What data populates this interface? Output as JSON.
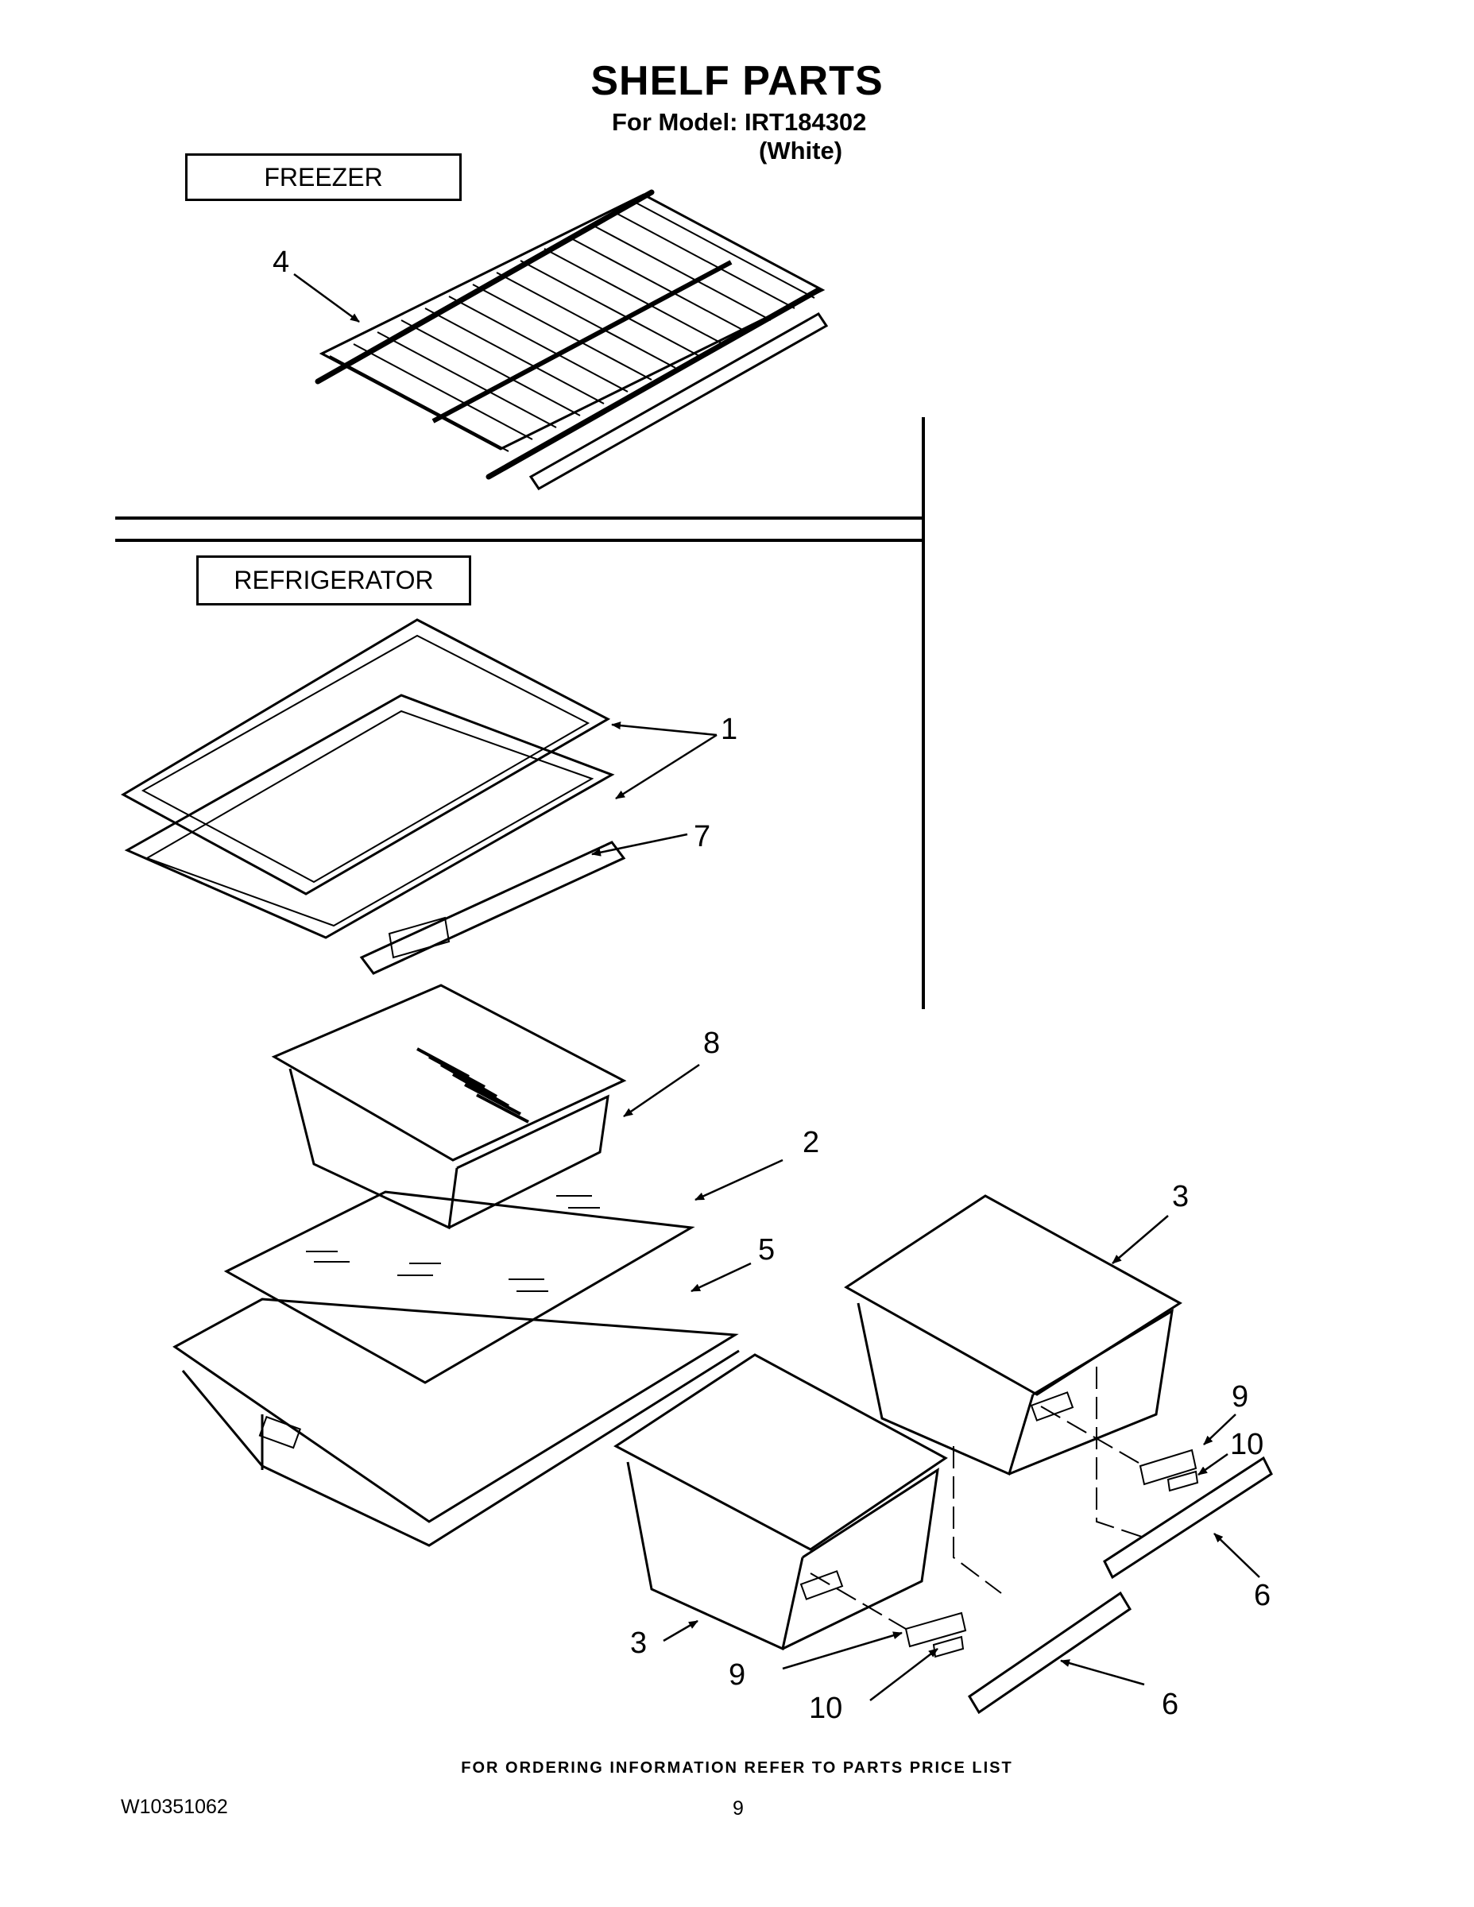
{
  "header": {
    "title": "SHELF PARTS",
    "model_line": "For Model: IRT184302",
    "color_line": "(White)"
  },
  "sections": {
    "freezer": "FREEZER",
    "refrigerator": "REFRIGERATOR"
  },
  "callouts": {
    "c4": "4",
    "c1": "1",
    "c7": "7",
    "c8": "8",
    "c2": "2",
    "c5": "5",
    "c3a": "3",
    "c3b": "3",
    "c9a": "9",
    "c10a": "10",
    "c6a": "6",
    "c9b": "9",
    "c10b": "10",
    "c6b": "6"
  },
  "footer": {
    "note": "FOR ORDERING INFORMATION REFER TO PARTS PRICE LIST",
    "doc_number": "W10351062",
    "page_number": "9"
  }
}
